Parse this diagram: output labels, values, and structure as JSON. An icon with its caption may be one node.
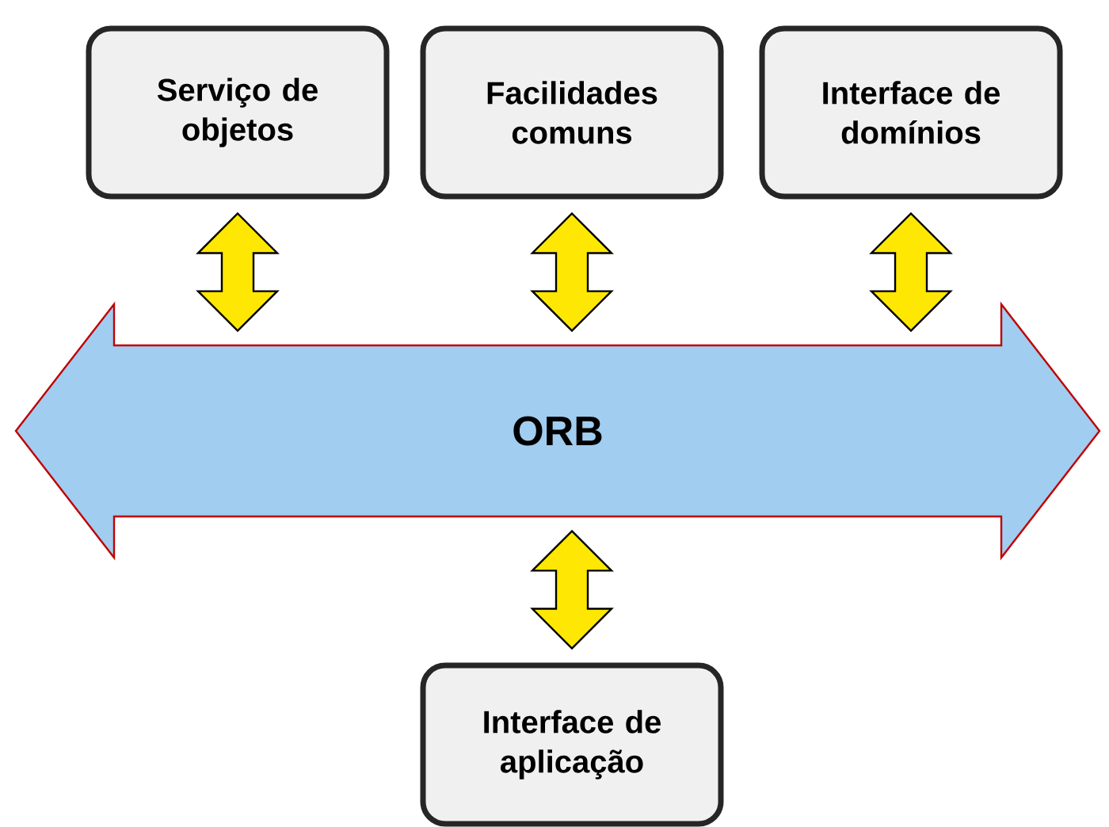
{
  "diagram": {
    "nodes": [
      {
        "text": [
          "Serviço de objetos"
        ]
      },
      {
        "text": [
          "Facilidades comuns"
        ]
      },
      {
        "text": [
          "Interface de domínios"
        ]
      },
      {
        "text": [
          "ORB"
        ]
      },
      {
        "text": [
          "Interface de aplicação"
        ]
      }
    ],
    "edges": [
      {
        "from": 0,
        "to": 3,
        "arrow": "both"
      },
      {
        "from": 1,
        "to": 3,
        "arrow": "both"
      },
      {
        "from": 2,
        "to": 3,
        "arrow": "both"
      },
      {
        "from": 3,
        "to": 4,
        "arrow": "both"
      }
    ]
  }
}
